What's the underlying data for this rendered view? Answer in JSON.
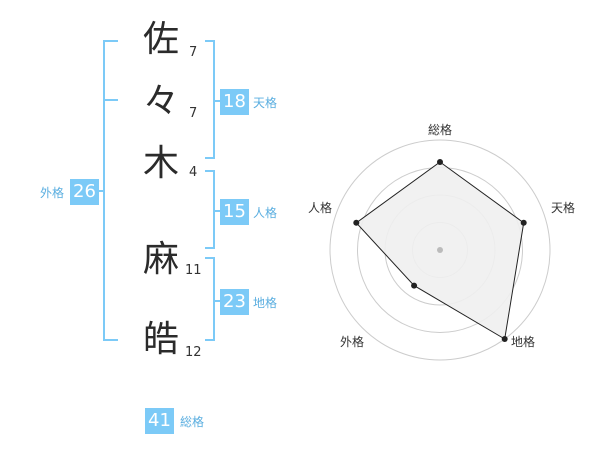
{
  "colors": {
    "accent": "#7ccaf7",
    "label_text": "#5aaee0",
    "bracket": "#7ccaf7",
    "radar_fill": "#efefef",
    "radar_line": "#222222",
    "grid": "#cccccc"
  },
  "characters": [
    {
      "char": "佐",
      "strokes": "7"
    },
    {
      "char": "々",
      "strokes": "7"
    },
    {
      "char": "木",
      "strokes": "4"
    },
    {
      "char": "麻",
      "strokes": "11"
    },
    {
      "char": "皓",
      "strokes": "12"
    }
  ],
  "scores": {
    "tenkaku": {
      "value": "18",
      "label": "天格"
    },
    "jinkaku": {
      "value": "15",
      "label": "人格"
    },
    "chikaku": {
      "value": "23",
      "label": "地格"
    },
    "gaikaku": {
      "value": "26",
      "label": "外格"
    },
    "soukaku": {
      "value": "41",
      "label": "総格"
    }
  },
  "chart_data": {
    "type": "radar",
    "axes": [
      "総格",
      "天格",
      "地格",
      "外格",
      "人格"
    ],
    "values": [
      4,
      4,
      5,
      2,
      4
    ],
    "max": 5,
    "rings": 4
  }
}
